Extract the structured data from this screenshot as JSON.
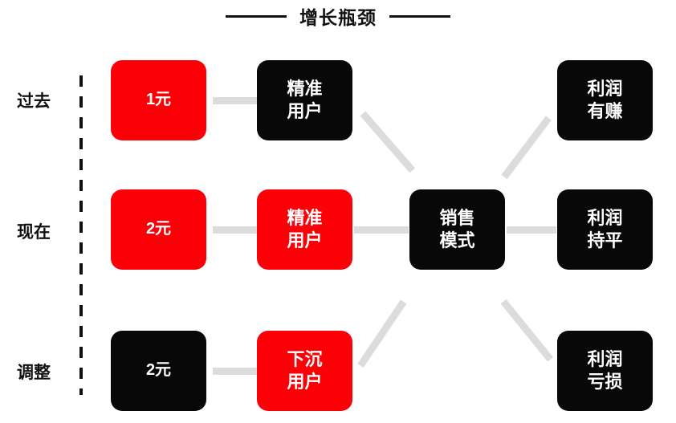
{
  "title": {
    "text": "增长瓶颈"
  },
  "rows": [
    {
      "label": "过去"
    },
    {
      "label": "现在"
    },
    {
      "label": "调整"
    }
  ],
  "nodes": {
    "price_past": {
      "text": "1元",
      "color": "#fb0007",
      "text_color": "#ffffff"
    },
    "price_now": {
      "text": "2元",
      "color": "#fb0007",
      "text_color": "#ffffff"
    },
    "price_adjust": {
      "text": "2元",
      "color": "#080808",
      "text_color": "#ffffff"
    },
    "user_past": {
      "line1": "精准",
      "line2": "用户",
      "color": "#080808",
      "text_color": "#ffffff"
    },
    "user_now": {
      "line1": "精准",
      "line2": "用户",
      "color": "#fb0007",
      "text_color": "#ffffff"
    },
    "user_adjust": {
      "line1": "下沉",
      "line2": "用户",
      "color": "#fb0007",
      "text_color": "#ffffff"
    },
    "hub": {
      "line1": "销售",
      "line2": "模式",
      "color": "#080808",
      "text_color": "#ffffff"
    },
    "profit_past": {
      "line1": "利润",
      "line2": "有赚",
      "color": "#080808",
      "text_color": "#ffffff"
    },
    "profit_now": {
      "line1": "利润",
      "line2": "持平",
      "color": "#080808",
      "text_color": "#ffffff"
    },
    "profit_adjust": {
      "line1": "利润",
      "line2": "亏损",
      "color": "#080808",
      "text_color": "#ffffff"
    }
  },
  "connector_color": "#dcdcdc",
  "divider_color": "#111111",
  "background": "#ffffff"
}
